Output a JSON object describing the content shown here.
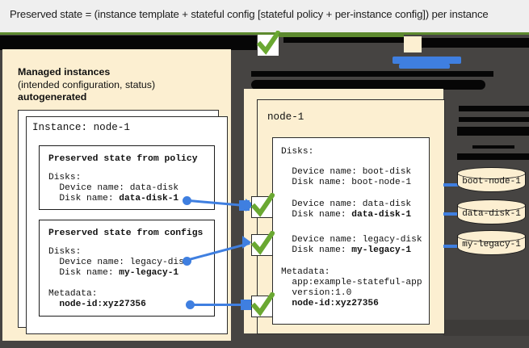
{
  "caption": "Preserved state = (instance template + stateful config [stateful policy + per-instance config]) per instance",
  "colors": {
    "cream": "#fcefd1",
    "dark_backdrop": "#464442",
    "accent_blue": "#3f7fe0",
    "check_green": "#6aa832",
    "green_rule": "#5d8a2f",
    "header_bg": "#efefef"
  },
  "left_panel": {
    "title_line1": "Managed instances",
    "title_line2": "(intended configuration, status)",
    "title_line3": "autogenerated",
    "instance_label": "Instance: node-1",
    "policy_box": {
      "title": "Preserved state from policy",
      "lines": [
        {
          "text": "Disks:",
          "bold": false
        },
        {
          "text": "  Device name: data-disk",
          "bold": false
        },
        {
          "text": "  Disk name: ",
          "bold_suffix": "data-disk-1"
        }
      ],
      "disks_label": "Disks:",
      "device_name_label": "  Device name: data-disk",
      "disk_name_prefix": "  Disk name: ",
      "disk_name_value": "data-disk-1"
    },
    "configs_box": {
      "title": "Preserved state from configs",
      "disks_label": "Disks:",
      "device_name_label": "  Device name: legacy-disk",
      "disk_name_prefix": "  Disk name: ",
      "disk_name_value": "my-legacy-1",
      "metadata_label": "Metadata:",
      "metadata_value": "  node-id:xyz27356"
    }
  },
  "right_panel": {
    "node_title": "node-1",
    "disks_label": "Disks:",
    "boot_device": "  Device name: boot-disk",
    "boot_disk": "  Disk name: boot-node-1",
    "data_device": "  Device name: data-disk",
    "data_disk_prefix": "  Disk name: ",
    "data_disk_value": "data-disk-1",
    "legacy_device": "  Device name: legacy-disk",
    "legacy_disk_prefix": "  Disk name: ",
    "legacy_disk_value": "my-legacy-1",
    "metadata_label": "Metadata:",
    "metadata_app": "  app:example-stateful-app",
    "metadata_version": "  version:1.0",
    "metadata_nodeid": "  node-id:xyz27356"
  },
  "disks": [
    {
      "label": "boot-node-1"
    },
    {
      "label": "data-disk-1"
    },
    {
      "label": "my-legacy-1"
    }
  ],
  "checks": [
    {
      "name": "check-data-disk"
    },
    {
      "name": "check-legacy-disk"
    },
    {
      "name": "check-node-id"
    }
  ]
}
